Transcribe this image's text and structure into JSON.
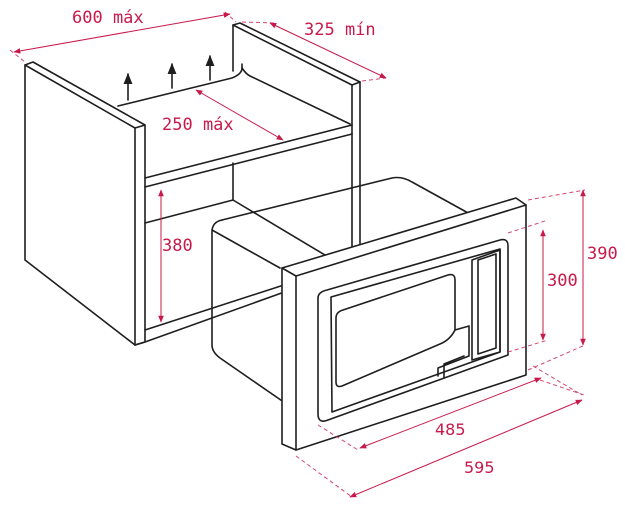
{
  "diagram": {
    "subject": "Built-in microwave installation dimensions",
    "units": "mm",
    "colors": {
      "line": "#1e1e1e",
      "dimension": "#c8194a",
      "background": "#ffffff"
    },
    "cabinet": {
      "labels": {
        "width": "600 máx",
        "depth": "325 mín",
        "vent_gap": "250 máx",
        "niche_height": "380"
      },
      "airflow_arrows": 3
    },
    "microwave": {
      "labels": {
        "frame_height": "390",
        "body_height": "300",
        "body_width": "485",
        "frame_width": "595"
      }
    }
  }
}
